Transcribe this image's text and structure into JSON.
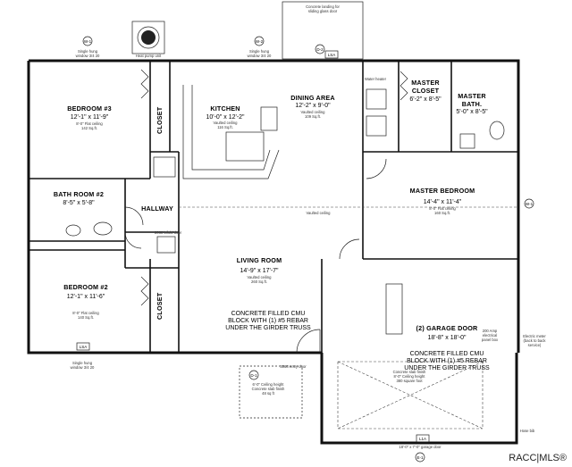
{
  "rooms": {
    "bedroom3": {
      "name": "BEDROOM #3",
      "dims": "12'-1\" x 11'-9\"",
      "ceiling": "8'-0\" Flat ceiling",
      "area": "142 Sq.ft."
    },
    "kitchen": {
      "name": "KITCHEN",
      "dims": "10'-0\" x 12'-2\"",
      "ceiling": "Vaulted ceiling",
      "area": "116 Sq.ft."
    },
    "dining": {
      "name": "DINING AREA",
      "dims": "12'-2\" x 9'-0\"",
      "ceiling": "Vaulted ceiling",
      "area": "109 Sq.ft."
    },
    "mcloset": {
      "name1": "MASTER",
      "name2": "CLOSET",
      "dims": "6'-2\" x 8'-5\""
    },
    "mbath": {
      "name1": "MASTER",
      "name2": "BATH.",
      "dims": "5'-0\" x 8'-5\""
    },
    "bath2": {
      "name": "BATH ROOM #2",
      "dims": "8'-5\" x 5'-8\""
    },
    "hallway": {
      "name": "HALLWAY"
    },
    "mbedroom": {
      "name": "MASTER BEDROOM",
      "dims": "14'-4\" x 11'-4\"",
      "ceiling": "8'-0\" Flat ceiling",
      "area": "160 Sq.ft."
    },
    "living": {
      "name": "LIVING ROOM",
      "dims": "14'-9\" x 17'-7\"",
      "ceiling": "Vaulted ceiling",
      "area": "260 Sq.ft."
    },
    "bedroom2": {
      "name": "BEDROOM #2",
      "dims": "12'-1\" x 11'-6\"",
      "ceiling": "8'-0\" Flat ceiling",
      "area": "140 Sq.ft."
    },
    "garage": {
      "name": "(2) GARAGE DOOR",
      "dims": "18'-8\" x 18'-0\""
    },
    "closet_top": {
      "name": "CLOSET"
    },
    "closet_bot": {
      "name": "CLOSET"
    }
  },
  "notes": {
    "cmu1": [
      "CONCRETE FILLED CMU",
      "BLOCK WITH (1) #5 REBAR",
      "UNDER THE GIRDER TRUSS"
    ],
    "cmu2": [
      "CONCRETE FILLED CMU",
      "BLOCK WITH (1) #5 REBAR",
      "UNDER THE GIRDER TRUSS"
    ],
    "heatpump": "Heat pump unit",
    "slab_top": [
      "Concrete landing for",
      "sliding glass door"
    ],
    "window_top_left": [
      "Single hung",
      "window 3/4 20"
    ],
    "window_top_mid": [
      "Single hung",
      "window 3/4 20"
    ],
    "window_bot": [
      "Single hung",
      "window 3/4 20"
    ],
    "vaulted": "Vaulted ceiling",
    "linen": "2068 bifold door",
    "entry": "3068 entry door",
    "porch": [
      "6'-0\" Ceiling height",
      "Concrete slab finish",
      "48 sq ft"
    ],
    "garage_slab": [
      "Concrete slab finish",
      "8'-0\" Ceiling height",
      "380 square foot"
    ],
    "electric": [
      "200 Amp",
      "electrical",
      "panel box"
    ],
    "meter": [
      "Electric meter",
      "(back to back",
      "service)"
    ],
    "hose": "Hose bib",
    "water": "Water heater",
    "dimension": "18'-0\" x 7'-0\" garage door"
  },
  "tags": {
    "lsa": "LSA",
    "l1a": "L1A",
    "w1": "W-1",
    "w2": "W-2",
    "d1": "D-1",
    "d2": "D-2",
    "e1": "E-1"
  },
  "watermark": "RACC|MLS®"
}
